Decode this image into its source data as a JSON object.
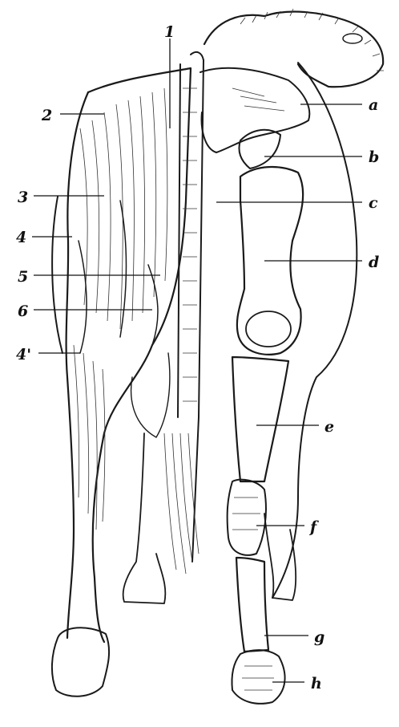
{
  "labels": {
    "left": [
      {
        "id": "1",
        "text": "1"
      },
      {
        "id": "2",
        "text": "2"
      },
      {
        "id": "3",
        "text": "3"
      },
      {
        "id": "4",
        "text": "4"
      },
      {
        "id": "5",
        "text": "5"
      },
      {
        "id": "6",
        "text": "6"
      },
      {
        "id": "4p",
        "text": "4'"
      }
    ],
    "right": [
      {
        "id": "a",
        "text": "a"
      },
      {
        "id": "b",
        "text": "b"
      },
      {
        "id": "c",
        "text": "c"
      },
      {
        "id": "d",
        "text": "d"
      },
      {
        "id": "e",
        "text": "e"
      },
      {
        "id": "f",
        "text": "f"
      },
      {
        "id": "g",
        "text": "g"
      },
      {
        "id": "h",
        "text": "h"
      }
    ]
  }
}
